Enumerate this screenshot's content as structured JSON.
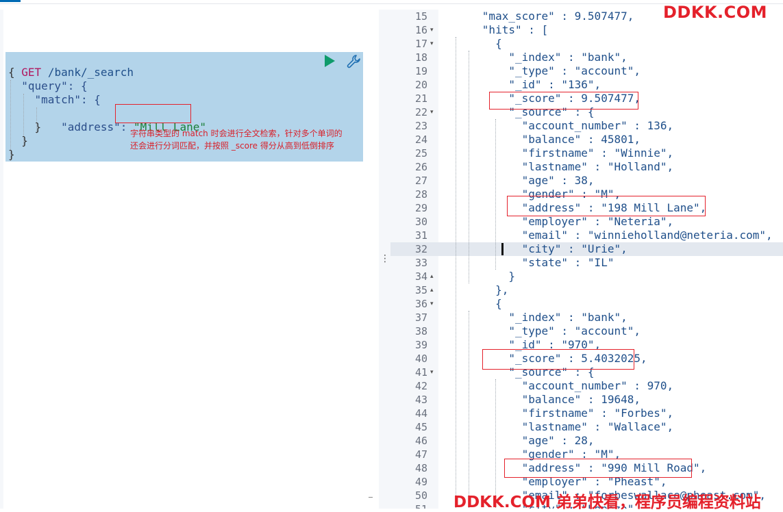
{
  "request": {
    "method": "GET",
    "path": "/bank/_search",
    "lines": [
      {
        "text": "{"
      },
      {
        "text": "  \"query\": {"
      },
      {
        "text": "    \"match\": {"
      },
      {
        "text": "      \"address\": ",
        "value": "\"Mill Lane\""
      },
      {
        "text": "    }"
      },
      {
        "text": "  }"
      },
      {
        "text": "}"
      }
    ]
  },
  "annotation": {
    "line1": "字符串类型的 match 时会进行全文检索，针对多个单词的",
    "line2": "还会进行分词匹配，并按照 _score 得分从高到低倒排序"
  },
  "response": {
    "active_line": 32,
    "lines": [
      {
        "n": 15,
        "text": "      \"max_score\" : 9.507477,"
      },
      {
        "n": 16,
        "text": "      \"hits\" : [",
        "fold": "▾"
      },
      {
        "n": 17,
        "text": "        {",
        "fold": "▾"
      },
      {
        "n": 18,
        "text": "          \"_index\" : \"bank\","
      },
      {
        "n": 19,
        "text": "          \"_type\" : \"account\","
      },
      {
        "n": 20,
        "text": "          \"_id\" : \"136\","
      },
      {
        "n": 21,
        "text": "          \"_score\" : 9.507477,"
      },
      {
        "n": 22,
        "text": "          \"_source\" : {",
        "fold": "▾"
      },
      {
        "n": 23,
        "text": "            \"account_number\" : 136,"
      },
      {
        "n": 24,
        "text": "            \"balance\" : 45801,"
      },
      {
        "n": 25,
        "text": "            \"firstname\" : \"Winnie\","
      },
      {
        "n": 26,
        "text": "            \"lastname\" : \"Holland\","
      },
      {
        "n": 27,
        "text": "            \"age\" : 38,"
      },
      {
        "n": 28,
        "text": "            \"gender\" : \"M\","
      },
      {
        "n": 29,
        "text": "            \"address\" : \"198 Mill Lane\","
      },
      {
        "n": 30,
        "text": "            \"employer\" : \"Neteria\","
      },
      {
        "n": 31,
        "text": "            \"email\" : \"winnieholland@neteria.com\","
      },
      {
        "n": 32,
        "text": "            \"city\" : \"Urie\","
      },
      {
        "n": 33,
        "text": "            \"state\" : \"IL\""
      },
      {
        "n": 34,
        "text": "          }",
        "fold": "▴"
      },
      {
        "n": 35,
        "text": "        },",
        "fold": "▴"
      },
      {
        "n": 36,
        "text": "        {",
        "fold": "▾"
      },
      {
        "n": 37,
        "text": "          \"_index\" : \"bank\","
      },
      {
        "n": 38,
        "text": "          \"_type\" : \"account\","
      },
      {
        "n": 39,
        "text": "          \"_id\" : \"970\","
      },
      {
        "n": 40,
        "text": "          \"_score\" : 5.4032025,"
      },
      {
        "n": 41,
        "text": "          \"_source\" : {",
        "fold": "▾"
      },
      {
        "n": 42,
        "text": "            \"account_number\" : 970,"
      },
      {
        "n": 43,
        "text": "            \"balance\" : 19648,"
      },
      {
        "n": 44,
        "text": "            \"firstname\" : \"Forbes\","
      },
      {
        "n": 45,
        "text": "            \"lastname\" : \"Wallace\","
      },
      {
        "n": 46,
        "text": "            \"age\" : 28,"
      },
      {
        "n": 47,
        "text": "            \"gender\" : \"M\","
      },
      {
        "n": 48,
        "text": "            \"address\" : \"990 Mill Road\","
      },
      {
        "n": 49,
        "text": "            \"employer\" : \"Pheast\","
      },
      {
        "n": 50,
        "text": "            \"email\" : \"forbeswallace@pheast.com\","
      },
      {
        "n": 51,
        "text": "            \"city\" : \"Lopezo\","
      }
    ]
  },
  "watermark": {
    "top": "DDKK.COM",
    "bottom": "DDKK.COM 弟弟快看，程序员编程资料站"
  },
  "colors": {
    "highlight": "#b3d4ea",
    "annotation_red": "#e4212b",
    "play_green": "#0f9b6b",
    "code_blue": "#1f4f8a",
    "method_magenta": "#b0175f"
  },
  "icons": {
    "run": "play-icon",
    "settings": "wrench-icon",
    "resize": "vertical-dots-icon"
  }
}
